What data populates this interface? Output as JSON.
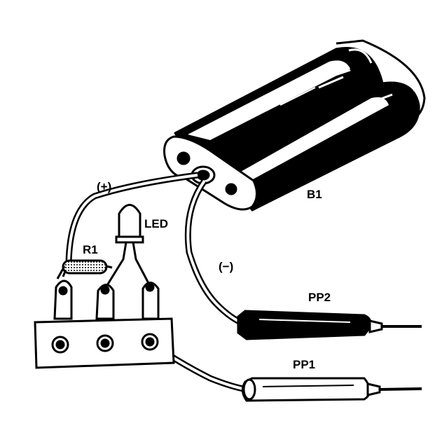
{
  "labels": {
    "b1": "B1",
    "led": "LED",
    "r1": "R1",
    "plus": "(+)",
    "minus": "(−)",
    "pp1": "PP1",
    "pp2": "PP2"
  },
  "colors": {
    "ink": "#000000",
    "paper": "#ffffff"
  }
}
